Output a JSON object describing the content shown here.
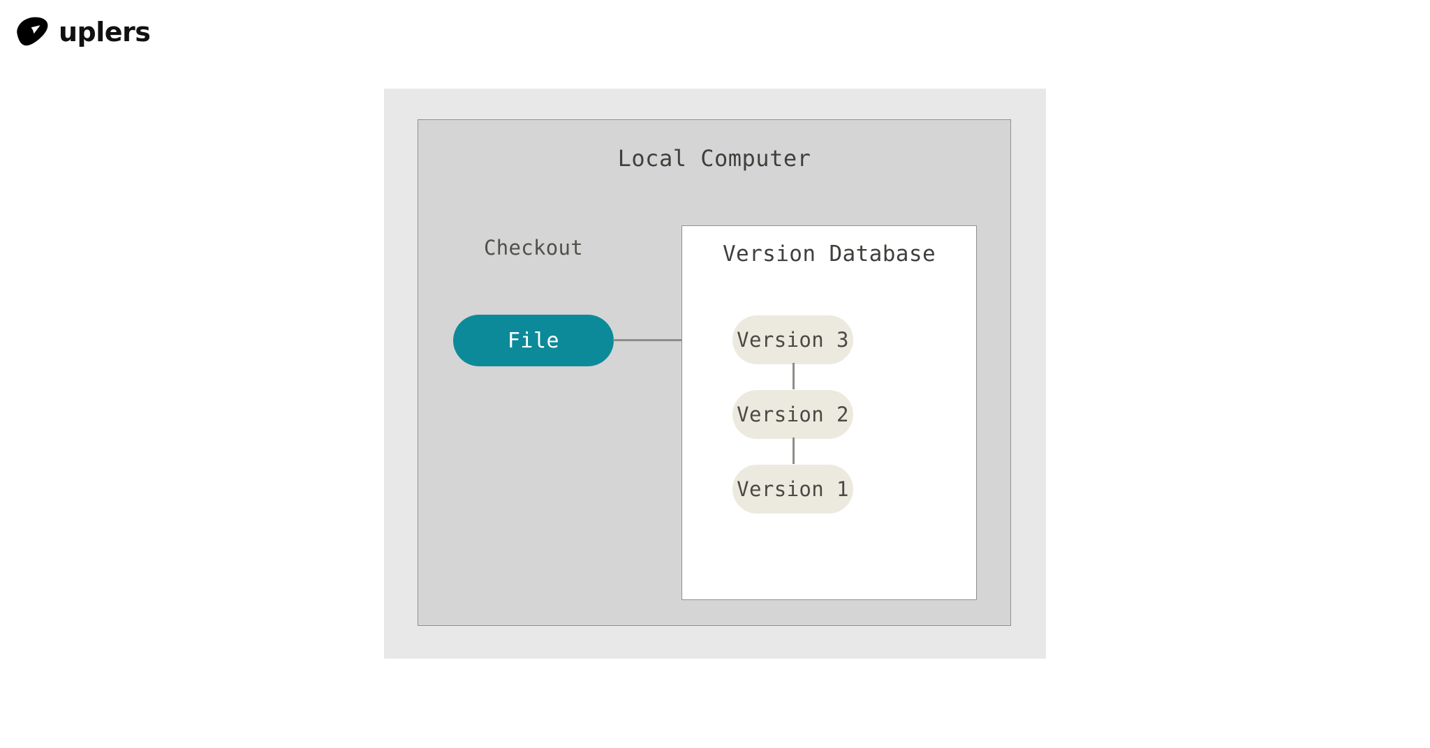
{
  "brand": {
    "name": "uplers",
    "logo_icon": "uplers-arrow-mark-icon"
  },
  "diagram": {
    "type": "local-version-control-diagram",
    "outer_panel_color": "#e8e8e8",
    "local_computer": {
      "title": "Local Computer",
      "background_color": "#d5d5d5",
      "border_color": "#8f8f8f"
    },
    "checkout": {
      "label": "Checkout",
      "file_node": {
        "label": "File",
        "fill_color": "#0d8a99",
        "text_color": "#ffffff"
      }
    },
    "version_database": {
      "title": "Version Database",
      "background_color": "#ffffff",
      "border_color": "#8f8f8f",
      "node_fill_color": "#eceade",
      "node_text_color": "#4a4a45",
      "nodes": [
        {
          "label": "Version 3"
        },
        {
          "label": "Version 2"
        },
        {
          "label": "Version 1"
        }
      ]
    },
    "connectors": {
      "line_color": "#8d8d87",
      "edges": [
        {
          "from": "File",
          "to": "Version 3",
          "orientation": "horizontal"
        },
        {
          "from": "Version 3",
          "to": "Version 2",
          "orientation": "vertical"
        },
        {
          "from": "Version 2",
          "to": "Version 1",
          "orientation": "vertical"
        }
      ]
    }
  }
}
